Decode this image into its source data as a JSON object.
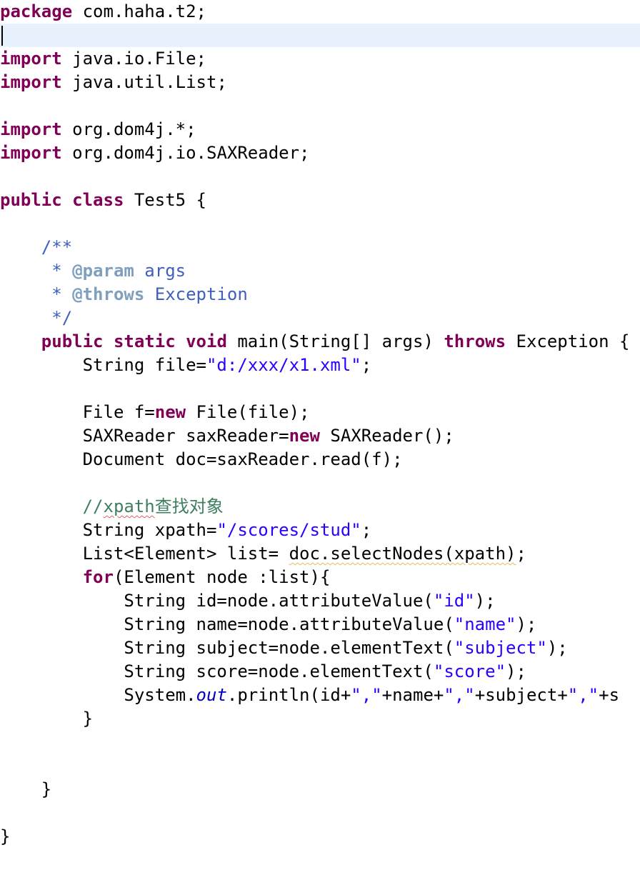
{
  "editor": {
    "language": "Java",
    "current_line": 2,
    "colors": {
      "keyword": "#7f0055",
      "string": "#2a00ff",
      "javadoc": "#3f5fbf",
      "javadoc_tag": "#7f9fbf",
      "comment": "#3f7f5f",
      "static_field": "#0000c0",
      "current_line_bg": "#e8f2fe"
    },
    "lines": [
      {
        "n": 1,
        "tokens": [
          {
            "t": "kw",
            "v": "package"
          },
          {
            "t": "p",
            "v": " com.haha.t2;"
          }
        ]
      },
      {
        "n": 2,
        "tokens": []
      },
      {
        "n": 3,
        "tokens": [
          {
            "t": "kw",
            "v": "import"
          },
          {
            "t": "p",
            "v": " java.io.File;"
          }
        ]
      },
      {
        "n": 4,
        "tokens": [
          {
            "t": "kw",
            "v": "import"
          },
          {
            "t": "p",
            "v": " java.util.List;"
          }
        ]
      },
      {
        "n": 5,
        "tokens": []
      },
      {
        "n": 6,
        "tokens": [
          {
            "t": "kw",
            "v": "import"
          },
          {
            "t": "p",
            "v": " org.dom4j.*;"
          }
        ]
      },
      {
        "n": 7,
        "tokens": [
          {
            "t": "kw",
            "v": "import"
          },
          {
            "t": "p",
            "v": " org.dom4j.io.SAXReader;"
          }
        ]
      },
      {
        "n": 8,
        "tokens": []
      },
      {
        "n": 9,
        "tokens": [
          {
            "t": "kw",
            "v": "public"
          },
          {
            "t": "p",
            "v": " "
          },
          {
            "t": "kw",
            "v": "class"
          },
          {
            "t": "p",
            "v": " Test5 {"
          }
        ]
      },
      {
        "n": 10,
        "tokens": []
      },
      {
        "n": 11,
        "tokens": [
          {
            "t": "p",
            "v": "    "
          },
          {
            "t": "jd",
            "v": "/**"
          }
        ]
      },
      {
        "n": 12,
        "tokens": [
          {
            "t": "jd",
            "v": "     * "
          },
          {
            "t": "jdtag",
            "v": "@param"
          },
          {
            "t": "jd",
            "v": " args"
          }
        ]
      },
      {
        "n": 13,
        "tokens": [
          {
            "t": "jd",
            "v": "     * "
          },
          {
            "t": "jdtag",
            "v": "@throws"
          },
          {
            "t": "jd",
            "v": " Exception"
          }
        ]
      },
      {
        "n": 14,
        "tokens": [
          {
            "t": "jd",
            "v": "     */"
          }
        ]
      },
      {
        "n": 15,
        "tokens": [
          {
            "t": "p",
            "v": "    "
          },
          {
            "t": "kw",
            "v": "public"
          },
          {
            "t": "p",
            "v": " "
          },
          {
            "t": "kw",
            "v": "static"
          },
          {
            "t": "p",
            "v": " "
          },
          {
            "t": "kw",
            "v": "void"
          },
          {
            "t": "p",
            "v": " main(String[] args) "
          },
          {
            "t": "kw",
            "v": "throws"
          },
          {
            "t": "p",
            "v": " Exception {"
          }
        ]
      },
      {
        "n": 16,
        "tokens": [
          {
            "t": "p",
            "v": "        String file="
          },
          {
            "t": "str",
            "v": "\"d:/xxx/x1.xml\""
          },
          {
            "t": "p",
            "v": ";"
          }
        ]
      },
      {
        "n": 17,
        "tokens": []
      },
      {
        "n": 18,
        "tokens": [
          {
            "t": "p",
            "v": "        File f="
          },
          {
            "t": "kw",
            "v": "new"
          },
          {
            "t": "p",
            "v": " File(file);"
          }
        ]
      },
      {
        "n": 19,
        "tokens": [
          {
            "t": "p",
            "v": "        SAXReader saxReader="
          },
          {
            "t": "kw",
            "v": "new"
          },
          {
            "t": "p",
            "v": " SAXReader();"
          }
        ]
      },
      {
        "n": 20,
        "tokens": [
          {
            "t": "p",
            "v": "        Document doc=saxReader.read(f);"
          }
        ]
      },
      {
        "n": 21,
        "tokens": []
      },
      {
        "n": 22,
        "tokens": [
          {
            "t": "p",
            "v": "        "
          },
          {
            "t": "cm",
            "v": "//"
          },
          {
            "t": "cm-wavy",
            "v": "xpath"
          },
          {
            "t": "cm",
            "v": "查找对象"
          }
        ]
      },
      {
        "n": 23,
        "tokens": [
          {
            "t": "p",
            "v": "        String xpath="
          },
          {
            "t": "str",
            "v": "\"/scores/stud\""
          },
          {
            "t": "p",
            "v": ";"
          }
        ]
      },
      {
        "n": 24,
        "tokens": [
          {
            "t": "p",
            "v": "        List<Element> list= "
          },
          {
            "t": "warn",
            "v": "doc.selectNodes(xpath)"
          },
          {
            "t": "p",
            "v": ";"
          }
        ]
      },
      {
        "n": 25,
        "tokens": [
          {
            "t": "p",
            "v": "        "
          },
          {
            "t": "kw",
            "v": "for"
          },
          {
            "t": "p",
            "v": "(Element node :list){"
          }
        ]
      },
      {
        "n": 26,
        "tokens": [
          {
            "t": "p",
            "v": "            String id=node.attributeValue("
          },
          {
            "t": "str",
            "v": "\"id\""
          },
          {
            "t": "p",
            "v": ");"
          }
        ]
      },
      {
        "n": 27,
        "tokens": [
          {
            "t": "p",
            "v": "            String name=node.attributeValue("
          },
          {
            "t": "str",
            "v": "\"name\""
          },
          {
            "t": "p",
            "v": ");"
          }
        ]
      },
      {
        "n": 28,
        "tokens": [
          {
            "t": "p",
            "v": "            String subject=node.elementText("
          },
          {
            "t": "str",
            "v": "\"subject\""
          },
          {
            "t": "p",
            "v": ");"
          }
        ]
      },
      {
        "n": 29,
        "tokens": [
          {
            "t": "p",
            "v": "            String score=node.elementText("
          },
          {
            "t": "str",
            "v": "\"score\""
          },
          {
            "t": "p",
            "v": ");"
          }
        ]
      },
      {
        "n": 30,
        "tokens": [
          {
            "t": "p",
            "v": "            System."
          },
          {
            "t": "field",
            "v": "out"
          },
          {
            "t": "p",
            "v": ".println(id+"
          },
          {
            "t": "str",
            "v": "\",\""
          },
          {
            "t": "p",
            "v": "+name+"
          },
          {
            "t": "str",
            "v": "\",\""
          },
          {
            "t": "p",
            "v": "+subject+"
          },
          {
            "t": "str",
            "v": "\",\""
          },
          {
            "t": "p",
            "v": "+s"
          }
        ]
      },
      {
        "n": 31,
        "tokens": [
          {
            "t": "p",
            "v": "        }"
          }
        ]
      },
      {
        "n": 32,
        "tokens": []
      },
      {
        "n": 33,
        "tokens": []
      },
      {
        "n": 34,
        "tokens": [
          {
            "t": "p",
            "v": "    }"
          }
        ]
      },
      {
        "n": 35,
        "tokens": []
      },
      {
        "n": 36,
        "tokens": [
          {
            "t": "p",
            "v": "}"
          }
        ]
      }
    ]
  }
}
